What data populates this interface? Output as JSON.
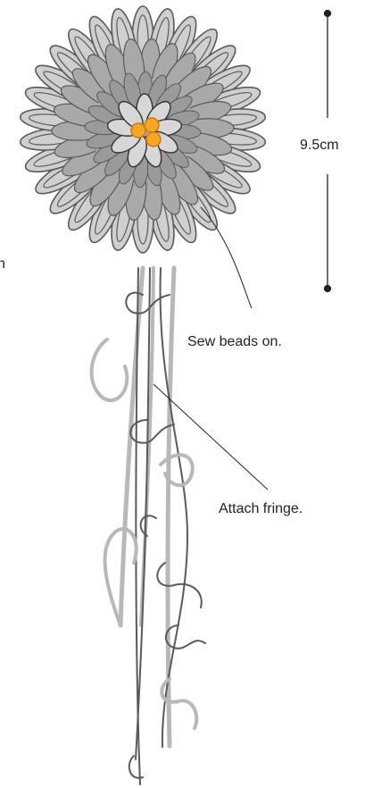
{
  "labels": {
    "dimension": "9.5cm",
    "beads": "Sew beads on.",
    "fringe": "Attach fringe.",
    "edge_fragment": "n"
  },
  "colors": {
    "outline_dark": "#5a5a5a",
    "fill_mid": "#a9a9a9",
    "fill_light": "#cfcfcf",
    "center_petal": "#d7d7d7",
    "bead": "#f6a623",
    "bead_stroke": "#c97c10",
    "line": "#222222"
  }
}
